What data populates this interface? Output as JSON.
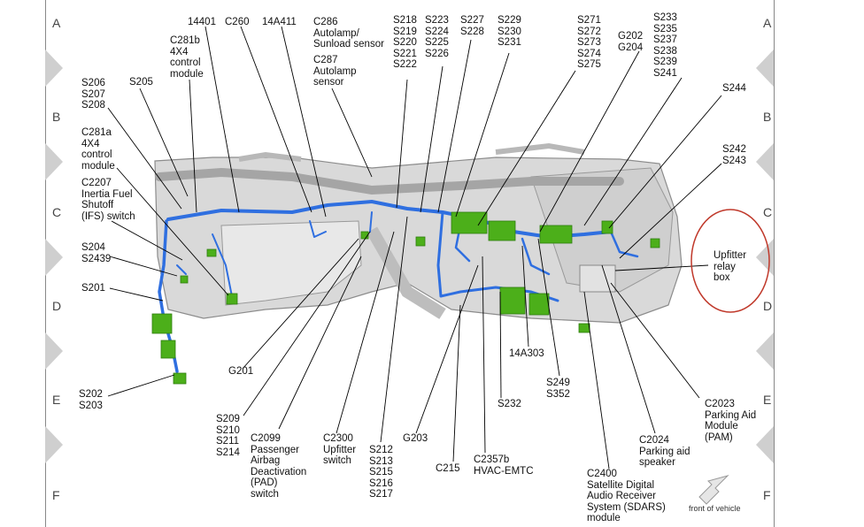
{
  "row_letters": [
    "A",
    "B",
    "C",
    "D",
    "E",
    "F"
  ],
  "labels": {
    "l14401": "14401",
    "lC260": "C260",
    "l14A411": "14A411",
    "lC286": "C286\nAutolamp/\nSunload sensor",
    "lC287": "C287\nAutolamp\nsensor",
    "lS218": "S218\nS219\nS220\nS221\nS222",
    "lS223": "S223\nS224\nS225\nS226",
    "lS227": "S227\nS228",
    "lS229": "S229\nS230\nS231",
    "lS271": "S271\nS272\nS273\nS274\nS275",
    "lG202": "G202\nG204",
    "lS233": "S233\nS235\nS237\nS238\nS239\nS241",
    "lC281b": "C281b\n4X4\ncontrol\nmodule",
    "lS205": "S205",
    "lS206": "S206\nS207\nS208",
    "lC281a": "C281a\n4X4\ncontrol\nmodule",
    "lC2207": "C2207\nInertia Fuel\nShutoff\n(IFS) switch",
    "lS204": "S204\nS2439",
    "lS201": "S201",
    "lS202": "S202\nS203",
    "lS244": "S244",
    "lS242": "S242\nS243",
    "lUpfitter": "Upfitter\nrelay\nbox",
    "lG201": "G201",
    "lS209": "S209\nS210\nS211\nS214",
    "lC2099": "C2099\nPassenger\nAirbag\nDeactivation\n(PAD)\nswitch",
    "lC2300": "C2300\nUpfitter\nswitch",
    "lS212": "S212\nS213\nS215\nS216\nS217",
    "lG203": "G203",
    "lC215": "C215",
    "lC2357b": "C2357b\nHVAC-EMTC",
    "lS232": "S232",
    "l14A303": "14A303",
    "lS249": "S249\nS352",
    "lC2400": "C2400\nSatellite Digital\nAudio Receiver\nSystem (SDARS)\nmodule",
    "lC2024": "C2024\nParking aid\nspeaker",
    "lC2023": "C2023\nParking Aid\nModule\n(PAM)"
  },
  "front_of_vehicle": "front of vehicle",
  "colors": {
    "harness": "#2f6fe0",
    "connector": "#4caf1a",
    "body_gray": "#c8c8c8",
    "highlight_circle": "#c0392b"
  }
}
